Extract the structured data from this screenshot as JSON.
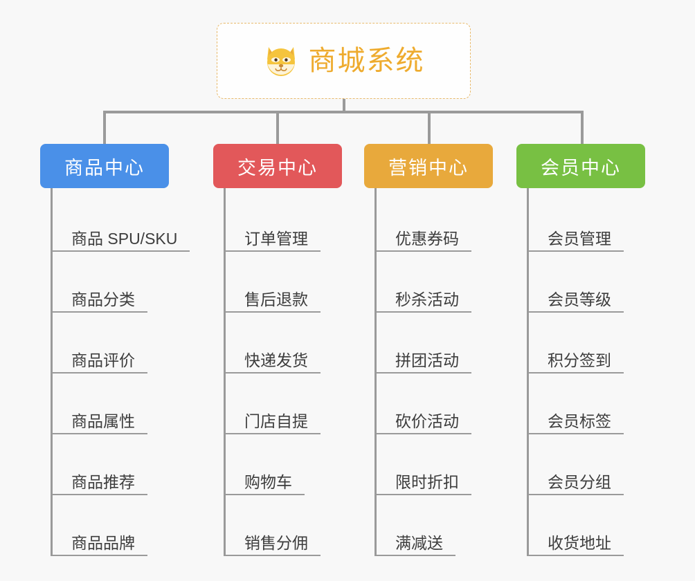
{
  "page": {
    "background_color": "#f8f8f8",
    "line_color": "#9a9a9a"
  },
  "root": {
    "title": "商城系统",
    "icon": "shiba-dog-face-emoji",
    "text_color": "#eeab2e",
    "border_color": "#e8b96a"
  },
  "columns": [
    {
      "id": "product-center",
      "title": "商品中心",
      "color": "#4a90e8",
      "items": [
        "商品 SPU/SKU",
        "商品分类",
        "商品评价",
        "商品属性",
        "商品推荐",
        "商品品牌"
      ]
    },
    {
      "id": "trade-center",
      "title": "交易中心",
      "color": "#e2585a",
      "items": [
        "订单管理",
        "售后退款",
        "快递发货",
        "门店自提",
        "购物车",
        "销售分佣"
      ]
    },
    {
      "id": "marketing-center",
      "title": "营销中心",
      "color": "#e8a93c",
      "items": [
        "优惠券码",
        "秒杀活动",
        "拼团活动",
        "砍价活动",
        "限时折扣",
        "满减送"
      ]
    },
    {
      "id": "member-center",
      "title": "会员中心",
      "color": "#78c043",
      "items": [
        "会员管理",
        "会员等级",
        "积分签到",
        "会员标签",
        "会员分组",
        "收货地址"
      ]
    }
  ]
}
